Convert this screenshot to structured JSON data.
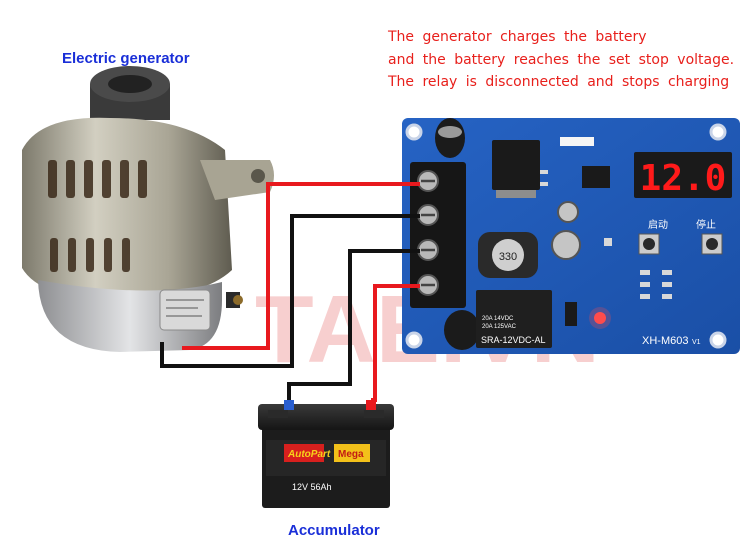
{
  "title_generator": "Electric generator",
  "title_accumulator": "Accumulator",
  "caption_lines": [
    "The generator charges the battery",
    "and the battery reaches the set stop voltage.",
    "The relay is disconnected and stops charging"
  ],
  "watermark": "TAE.VN",
  "board": {
    "display_value": "12.0",
    "start_label": "启动",
    "stop_label": "停止",
    "model": "XH-M603",
    "version": "V1",
    "relay_model": "SRA-12VDC-AL",
    "relay_rating_1": "20A 14VDC",
    "relay_rating_2": "20A 125VAC",
    "inductor_code": "330"
  },
  "battery": {
    "brand": "AutoPart",
    "brand2": "Mega",
    "spec": "12V 56Ah"
  },
  "colors": {
    "wire_positive": "#e8191e",
    "wire_negative": "#111111",
    "board": "#1d59b8",
    "led": "#ff1a1a",
    "label_blue": "#1a2fd8",
    "caption_red": "#e8201c"
  }
}
